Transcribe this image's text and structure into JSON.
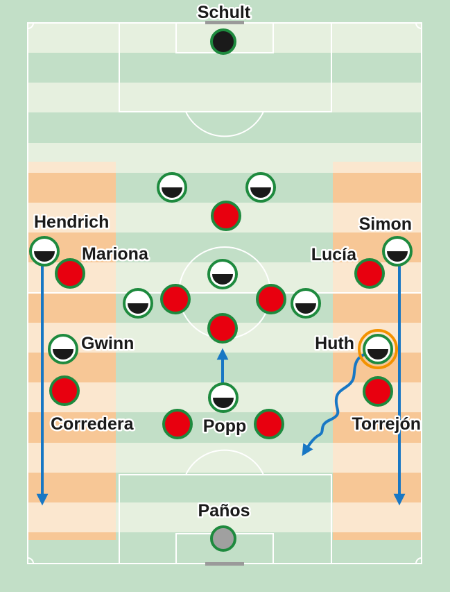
{
  "colors": {
    "background": "#c2dfc7",
    "stripe_light": "#e6f0df",
    "stripe_dark": "#c2dfc7",
    "wing_light": "#fbe7cf",
    "wing_dark": "#f7c796",
    "team_red": "#e8000f",
    "team_green_ring": "#1e8a3e",
    "arrow_blue": "#1877c4",
    "highlight_orange": "#f39200",
    "keeper_black": "#1a1a1a",
    "keeper_grey": "#a0a0a0"
  },
  "labels": {
    "schult": "Schult",
    "hendrich": "Hendrich",
    "simon": "Simon",
    "mariona": "Mariona",
    "lucia": "Lucía",
    "gwinn": "Gwinn",
    "huth": "Huth",
    "corredera": "Corredera",
    "popp": "Popp",
    "torrejon": "Torrejón",
    "panos": "Paños"
  },
  "legend_icons": {
    "team_a_marker": "white-black-half-circle-icon",
    "team_b_marker": "red-circle-icon"
  }
}
